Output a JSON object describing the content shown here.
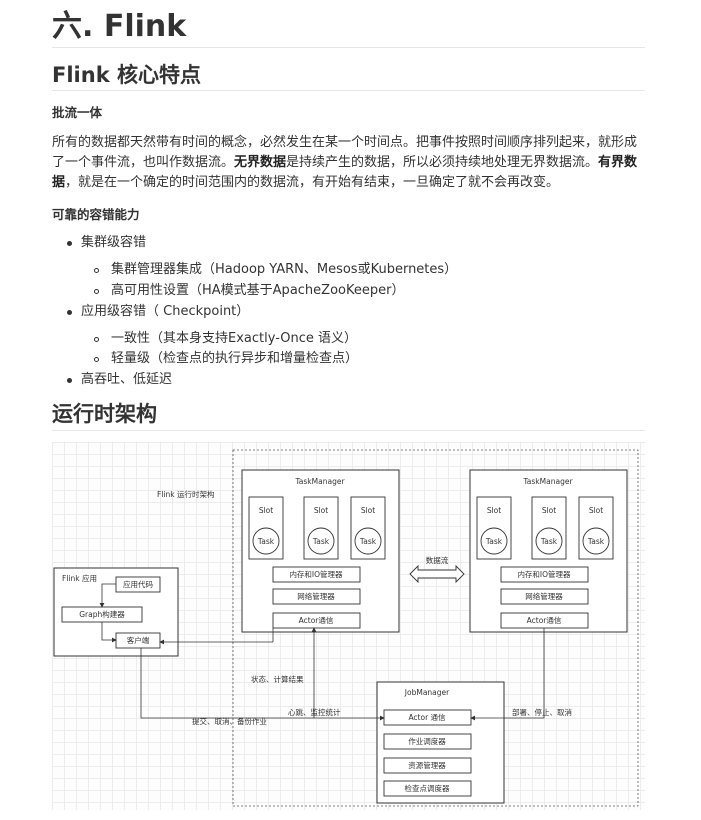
{
  "title": "六. Flink",
  "section1": {
    "heading": "Flink 核心特点",
    "sub1": "批流一体",
    "para_parts": [
      {
        "text": "所有的数据都天然带有时间的概念，必然发生在某一个时间点。把事件按照时间顺序排列起来，就形成了一个事件流，也叫作数据流。",
        "bold": false
      },
      {
        "text": "无界数据",
        "bold": true
      },
      {
        "text": "是持续产生的数据，所以必须持续地处理无界数据流。",
        "bold": false
      },
      {
        "text": "有界数据",
        "bold": true
      },
      {
        "text": "，就是在一个确定的时间范围内的数据流，有开始有结束，一旦确定了就不会再改变。",
        "bold": false
      }
    ],
    "sub2": "可靠的容错能力",
    "list": {
      "item1": "集群级容错",
      "item1_sub1": "集群管理器集成（Hadoop YARN、Mesos或Kubernetes）",
      "item1_sub2": "高可用性设置（HA模式基于ApacheZooKeeper）",
      "item2": "应用级容错（ Checkpoint）",
      "item2_sub1": "一致性（其本身支持Exactly-Once 语义）",
      "item2_sub2": "轻量级（检查点的执行异步和增量检查点）",
      "item3": "高吞吐、低延迟"
    }
  },
  "section2": {
    "heading": "运行时架构",
    "diagram": {
      "caption": "Flink 运行时架构",
      "task_manager_left": "TaskManager",
      "task_manager_right": "TaskManager",
      "slot": "Slot",
      "task": "Task",
      "memory_io": "内存和IO管理器",
      "network": "网络管理器",
      "actor_comm": "Actor通信",
      "data_stream": "数据流",
      "app_box": "Flink 应用",
      "app_code": "应用代码",
      "graph_builder": "Graph构建器",
      "client": "客户端",
      "status_result": "状态、计算结果",
      "heartbeat": "心跳、监控统计",
      "submit": "提交、取消、备份作业",
      "deploy": "部署、停止、取消",
      "job_manager": "JobManager",
      "jm_actor": "Actor 通信",
      "job_scheduler": "作业调度器",
      "resource_manager": "资源管理器",
      "checkpoint_scheduler": "检查点调度器"
    }
  }
}
